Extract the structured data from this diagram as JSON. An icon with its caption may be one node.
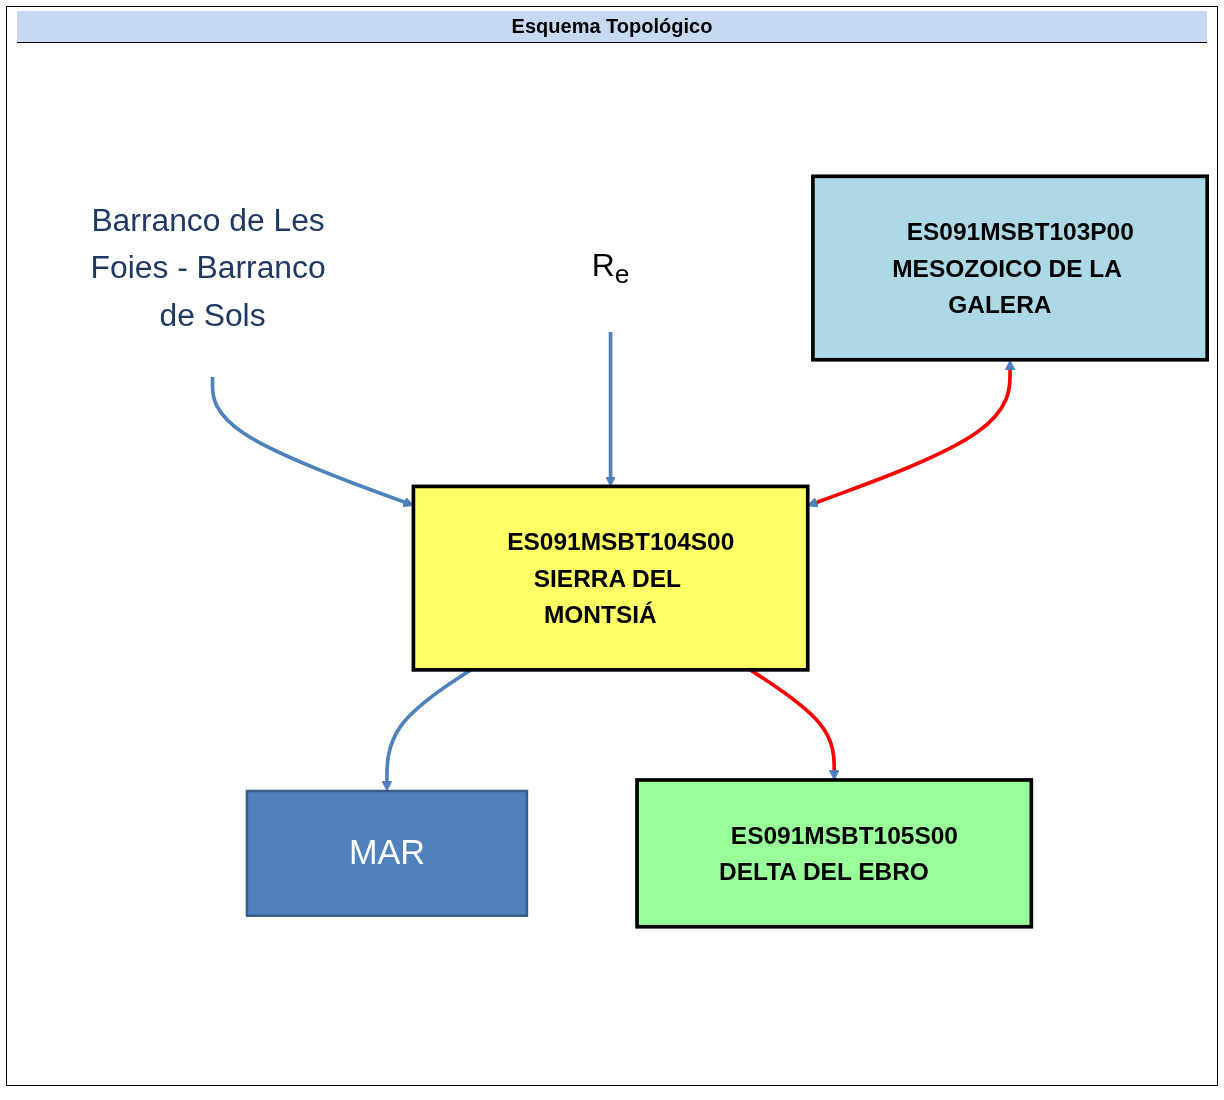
{
  "diagram": {
    "title": "Esquema Topológico",
    "nodes": [
      {
        "text": [
          "Barranco de Les Foies - Barranco de Sols"
        ]
      },
      {
        "text": [
          "R$_{e}$"
        ]
      },
      {
        "text": [
          "ES091MSBT103P00",
          "MESOZOICO DE LA GALERA"
        ]
      },
      {
        "text": [
          "ES091MSBT104S00",
          "SIERRA DEL MONTSIÁ"
        ]
      },
      {
        "text": [
          "MAR"
        ]
      },
      {
        "text": [
          "ES091MSBT105S00",
          "DELTA DEL EBRO"
        ]
      }
    ],
    "edges": [
      {
        "from": 0,
        "to": 3,
        "arrow": "to"
      },
      {
        "from": 1,
        "to": 3,
        "arrow": "to"
      },
      {
        "from": 2,
        "to": 3,
        "arrow": "both",
        "color": "#ff0000"
      },
      {
        "from": 3,
        "to": 4,
        "arrow": "to"
      },
      {
        "from": 3,
        "to": 5,
        "arrow": "to",
        "color": "#ff0000"
      }
    ]
  }
}
